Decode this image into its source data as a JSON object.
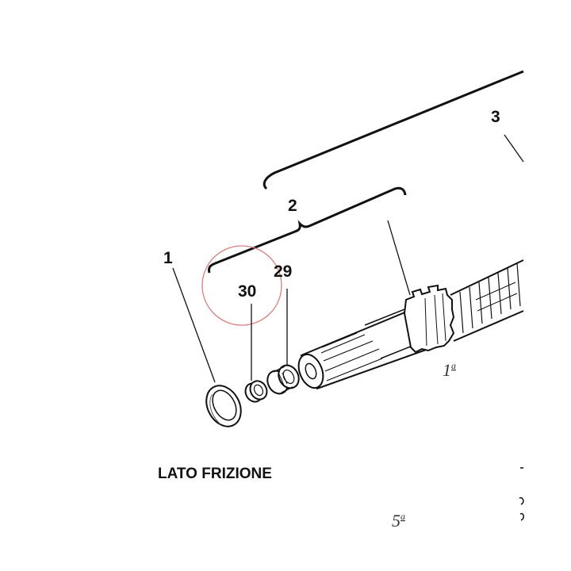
{
  "callouts": {
    "part_1": "1",
    "part_2": "2",
    "part_3": "3",
    "part_29": "29",
    "part_30": "30"
  },
  "gear_labels": {
    "first_gear": "1",
    "first_gear_sup": "a",
    "fifth_gear": "5",
    "fifth_gear_sup": "a"
  },
  "caption": "LATO FRIZIONE",
  "colors": {
    "highlight_circle": "#d98080",
    "line": "#111111"
  }
}
